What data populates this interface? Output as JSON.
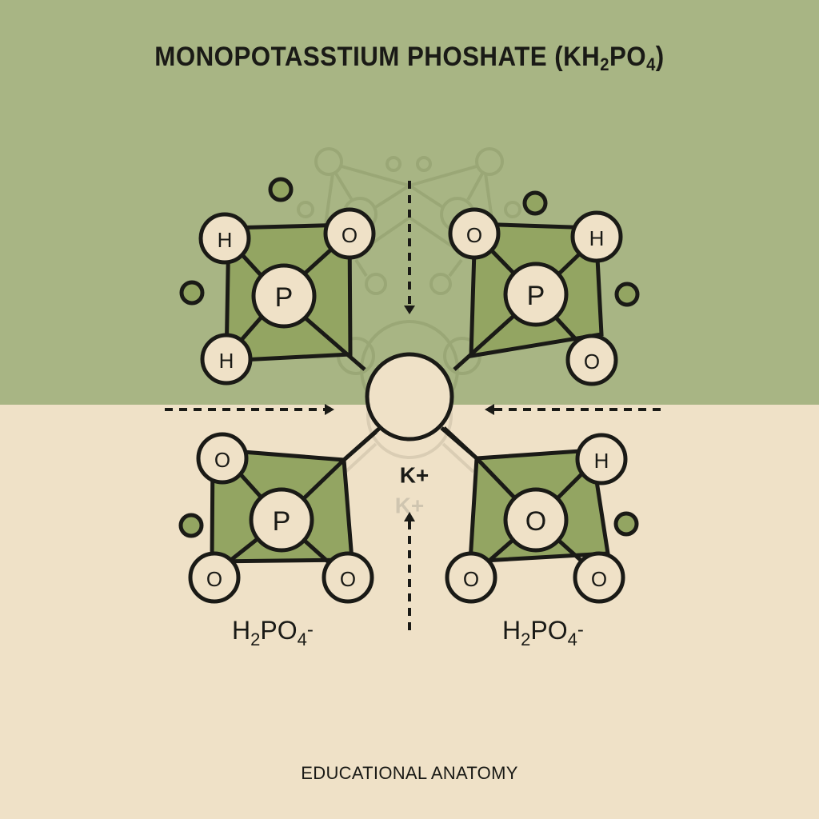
{
  "title": {
    "text_main": "MONOPOTASSTIUM PHOSHATE (KH",
    "sub1": "2",
    "text_mid": "PO",
    "sub2": "4",
    "text_end": ")"
  },
  "colors": {
    "top_background": "#a8b584",
    "bottom_background": "#efe1c7",
    "tile_fill": "#93a562",
    "atom_fill": "#efe1c7",
    "stroke": "#1a1a16",
    "ghost_stroke": "#8f9c6c"
  },
  "center_ion": {
    "label": "K+",
    "ghost_label": "K+"
  },
  "molecules": [
    {
      "id": "top-left",
      "atoms": [
        "H",
        "O",
        "P",
        "H"
      ],
      "center": "P"
    },
    {
      "id": "top-right",
      "atoms": [
        "O",
        "H",
        "P",
        "O"
      ],
      "center": "P"
    },
    {
      "id": "bottom-left",
      "atoms": [
        "O",
        "O",
        "P",
        "O"
      ],
      "center": "P"
    },
    {
      "id": "bottom-right",
      "atoms": [
        "H",
        "O",
        "O",
        "O"
      ],
      "center": "O"
    }
  ],
  "labels": {
    "left_formula": {
      "h": "H",
      "sub1": "2",
      "po": "PO",
      "sub2": "4",
      "charge": "-"
    },
    "right_formula": {
      "h": "H",
      "sub1": "2",
      "po": "PO",
      "sub2": "4",
      "charge": "-"
    }
  },
  "arrows": [
    {
      "id": "from-top",
      "direction": "down"
    },
    {
      "id": "from-left",
      "direction": "right"
    },
    {
      "id": "from-right",
      "direction": "left"
    },
    {
      "id": "from-bottom",
      "direction": "up"
    }
  ],
  "footer": {
    "text": "EDUCATIONAL ANATOMY"
  }
}
